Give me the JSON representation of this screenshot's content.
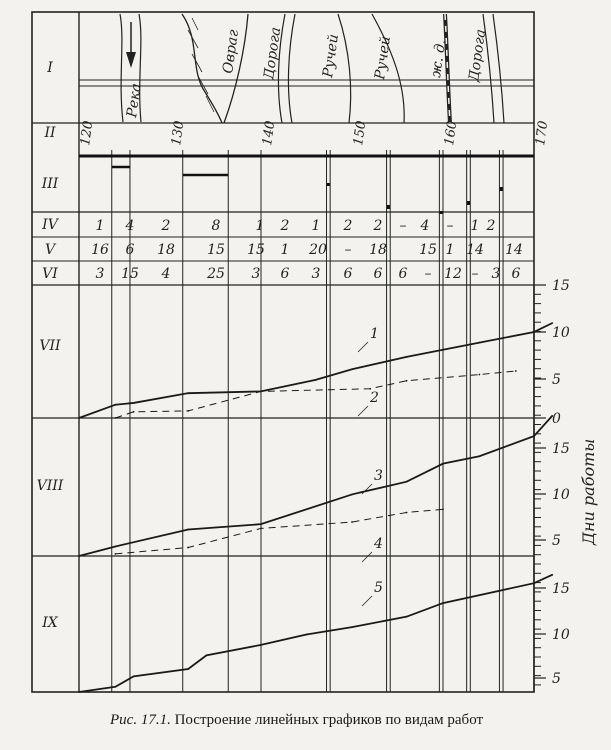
{
  "rows": {
    "I": "I",
    "II": "II",
    "III": "III",
    "IV": "IV",
    "V": "V",
    "VI": "VI",
    "VII": "VII",
    "VIII": "VIII",
    "IX": "IX"
  },
  "chainage": [
    120,
    130,
    140,
    150,
    160,
    170
  ],
  "features": [
    {
      "label": "Река"
    },
    {
      "label": "Овраг"
    },
    {
      "label": "Дорога"
    },
    {
      "label": "Ручей"
    },
    {
      "label": "Ручей"
    },
    {
      "label": "ж. д."
    },
    {
      "label": "Дорога"
    }
  ],
  "row_IV": [
    "1",
    "4",
    "2",
    "8",
    "1",
    "2",
    "1",
    "2",
    "2",
    "–",
    "4",
    "–",
    "1",
    "2"
  ],
  "row_V": [
    "16",
    "6",
    "18",
    "15",
    "15",
    "1",
    "20",
    "–",
    "18",
    "15",
    "1",
    "14",
    "14"
  ],
  "row_VI": [
    "3",
    "15",
    "4",
    "25",
    "3",
    "6",
    "3",
    "6",
    "6",
    "6",
    "–",
    "12",
    "–",
    "3",
    "6"
  ],
  "axis_title": "Дни работы",
  "axis_ticks": {
    "VII": [
      "15",
      "10",
      "5",
      "0"
    ],
    "VIII": [
      "15",
      "10",
      "5"
    ],
    "IX": [
      "15",
      "10",
      "5"
    ]
  },
  "curve_labels": [
    "1",
    "2",
    "3",
    "4",
    "5"
  ],
  "chart_data": {
    "type": "line",
    "x_label_ticks": [
      120,
      130,
      140,
      150,
      160,
      170
    ],
    "panels": [
      {
        "panel": "VII",
        "ylim": [
          0,
          15
        ],
        "series": [
          {
            "name": "1",
            "x": [
              120,
              124,
              126,
              132,
              140,
              146,
              150,
              156,
              160,
              164,
              170,
              172
            ],
            "y": [
              0,
              1.5,
              1.7,
              2.8,
              3.0,
              4.3,
              5.5,
              6.9,
              7.7,
              8.5,
              9.7,
              10.7
            ]
          },
          {
            "name": "2",
            "x": [
              124,
              126,
              132,
              140,
              152,
              156,
              164,
              168
            ],
            "y": [
              0,
              0.7,
              0.8,
              3.0,
              3.3,
              4.2,
              4.9,
              5.3
            ]
          }
        ]
      },
      {
        "panel": "VIII",
        "ylim": [
          4,
          17
        ],
        "series": [
          {
            "name": "3",
            "x": [
              120,
              124,
              132,
              140,
              150,
              151,
              156,
              160,
              164,
              170,
              172
            ],
            "y": [
              4,
              4.9,
              6.5,
              7,
              9.8,
              10,
              11,
              12.7,
              13.4,
              15.3,
              17.2
            ]
          },
          {
            "name": "4",
            "x": [
              124,
              132,
              140,
              150,
              156,
              160
            ],
            "y": [
              4.2,
              4.8,
              6.6,
              7.2,
              8.1,
              8.4
            ]
          }
        ]
      },
      {
        "panel": "IX",
        "ylim": [
          4,
          17
        ],
        "series": [
          {
            "name": "5",
            "x": [
              120,
              124,
              126,
              132,
              134,
              140,
              145,
              150,
              156,
              160,
              170,
              172
            ],
            "y": [
              4,
              4.5,
              5.5,
              6.2,
              7.5,
              8.5,
              9.5,
              10.2,
              11.2,
              12.5,
              14.4,
              15.2
            ]
          }
        ]
      }
    ]
  },
  "caption": {
    "label": "Рис. 17.1.",
    "text": "Построение линейных графиков по видам работ"
  }
}
